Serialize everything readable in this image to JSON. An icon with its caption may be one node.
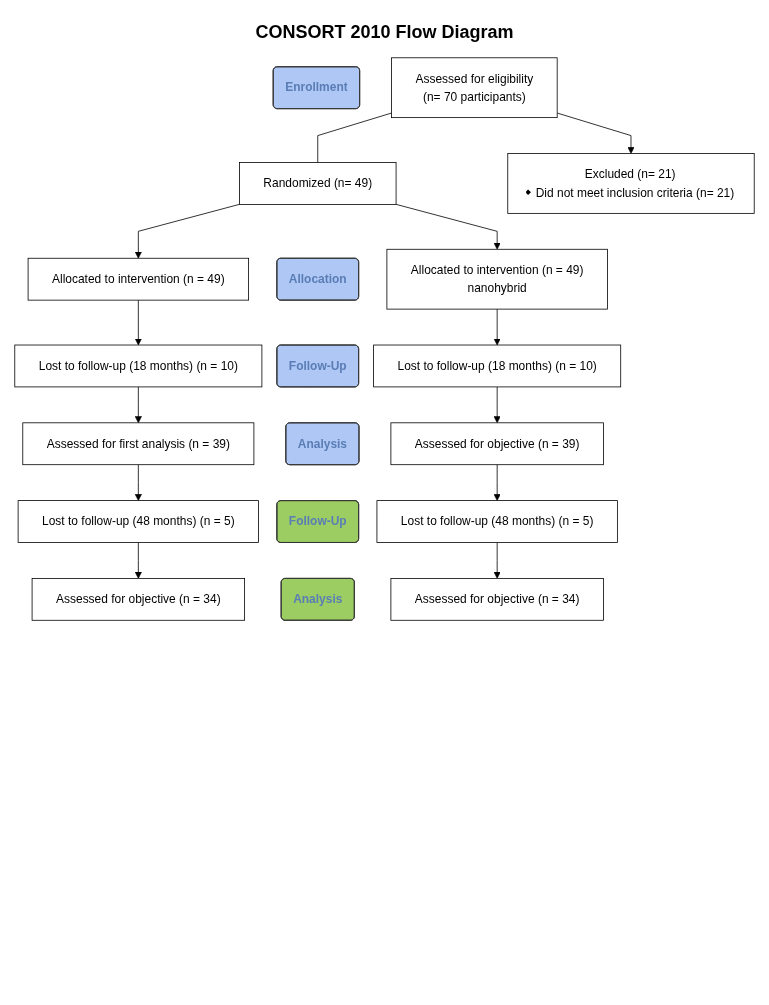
{
  "diagram": {
    "title": "CONSORT 2010 Flow Diagram",
    "nodes": [
      {
        "text": [
          "Enrollment"
        ]
      },
      {
        "text": [
          "Assessed for eligibility",
          "(n= 70 participants)"
        ]
      },
      {
        "text": [
          "Excluded (n= 21)",
          "Did not meet inclusion criteria (n= 21)"
        ]
      },
      {
        "text": [
          "Randomized (n= 49)"
        ]
      },
      {
        "text": [
          "Allocated to intervention (n = 49)"
        ]
      },
      {
        "text": [
          "Allocation"
        ]
      },
      {
        "text": [
          "Allocated to intervention (n = 49)",
          "nanohybrid"
        ]
      },
      {
        "text": [
          "Lost to follow-up (18 months) (n = 10)"
        ]
      },
      {
        "text": [
          "Follow-Up"
        ]
      },
      {
        "text": [
          "Lost to follow-up (18 months) (n = 10)"
        ]
      },
      {
        "text": [
          "Assessed for first analysis (n = 39)"
        ]
      },
      {
        "text": [
          "Analysis"
        ]
      },
      {
        "text": [
          "Assessed for objective (n = 39)"
        ]
      },
      {
        "text": [
          "Lost to follow-up (48 months) (n = 5)"
        ]
      },
      {
        "text": [
          "Follow-Up"
        ]
      },
      {
        "text": [
          "Lost to follow-up (48 months) (n = 5)"
        ]
      },
      {
        "text": [
          "Assessed for objective (n = 34)"
        ]
      },
      {
        "text": [
          "Analysis"
        ]
      },
      {
        "text": [
          "Assessed for objective (n = 34)"
        ]
      }
    ],
    "edges": [
      {
        "from": 1,
        "to": 3,
        "arrow": "none"
      },
      {
        "from": 1,
        "to": 2,
        "arrow": "to"
      },
      {
        "from": 3,
        "to": 4,
        "arrow": "to"
      },
      {
        "from": 3,
        "to": 6,
        "arrow": "to"
      },
      {
        "from": 4,
        "to": 7,
        "arrow": "to"
      },
      {
        "from": 6,
        "to": 9,
        "arrow": "to"
      },
      {
        "from": 7,
        "to": 10,
        "arrow": "to"
      },
      {
        "from": 9,
        "to": 12,
        "arrow": "to"
      },
      {
        "from": 10,
        "to": 13,
        "arrow": "to"
      },
      {
        "from": 12,
        "to": 15,
        "arrow": "to"
      },
      {
        "from": 13,
        "to": 16,
        "arrow": "to"
      },
      {
        "from": 15,
        "to": 18,
        "arrow": "to"
      }
    ]
  }
}
